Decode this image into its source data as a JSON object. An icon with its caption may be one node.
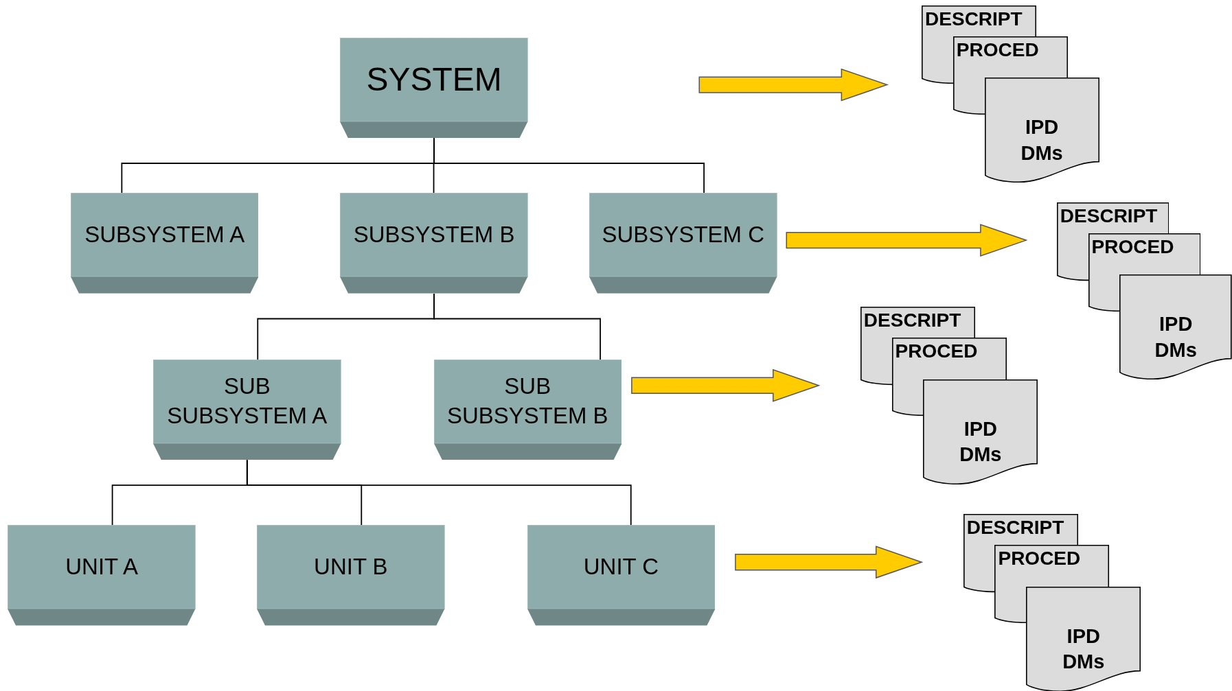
{
  "diagram": {
    "nodes": [
      {
        "text": [
          "SYSTEM"
        ]
      },
      {
        "text": [
          "SUBSYSTEM A"
        ]
      },
      {
        "text": [
          "SUBSYSTEM B"
        ]
      },
      {
        "text": [
          "SUBSYSTEM C"
        ]
      },
      {
        "text": [
          "SUB SUBSYSTEM A"
        ]
      },
      {
        "text": [
          "SUB SUBSYSTEM B"
        ]
      },
      {
        "text": [
          "UNIT A"
        ]
      },
      {
        "text": [
          "UNIT B"
        ]
      },
      {
        "text": [
          "UNIT C"
        ]
      },
      {
        "text": [
          "DESCRIPT"
        ]
      },
      {
        "text": [
          "PROCED"
        ]
      },
      {
        "text": [
          "IPD DMs"
        ]
      },
      {
        "text": [
          "DESCRIPT"
        ]
      },
      {
        "text": [
          "PROCED"
        ]
      },
      {
        "text": [
          "IPD DMs"
        ]
      },
      {
        "text": [
          "DESCRIPT"
        ]
      },
      {
        "text": [
          "PROCED"
        ]
      },
      {
        "text": [
          "IPD DMs"
        ]
      },
      {
        "text": [
          "DESCRIPT"
        ]
      },
      {
        "text": [
          "PROCED"
        ]
      },
      {
        "text": [
          "IPD DMs"
        ]
      }
    ],
    "edges": [
      {
        "from": 0,
        "to": 1,
        "arrow": "none"
      },
      {
        "from": 0,
        "to": 2,
        "arrow": "none"
      },
      {
        "from": 0,
        "to": 3,
        "arrow": "none"
      },
      {
        "from": 2,
        "to": 4,
        "arrow": "none"
      },
      {
        "from": 2,
        "to": 5,
        "arrow": "none"
      },
      {
        "from": 4,
        "to": 6,
        "arrow": "none"
      },
      {
        "from": 4,
        "to": 7,
        "arrow": "none"
      },
      {
        "from": 4,
        "to": 8,
        "arrow": "none"
      },
      {
        "from": null,
        "to": 9,
        "arrow": "to",
        "style": "thick",
        "color": "#ffcc00"
      },
      {
        "from": 3,
        "to": 12,
        "arrow": "to",
        "style": "thick",
        "color": "#ffcc00"
      },
      {
        "from": 5,
        "to": 15,
        "arrow": "to",
        "style": "thick",
        "color": "#ffcc00"
      },
      {
        "from": 8,
        "to": 18,
        "arrow": "to",
        "style": "thick",
        "color": "#ffcc00"
      }
    ]
  }
}
